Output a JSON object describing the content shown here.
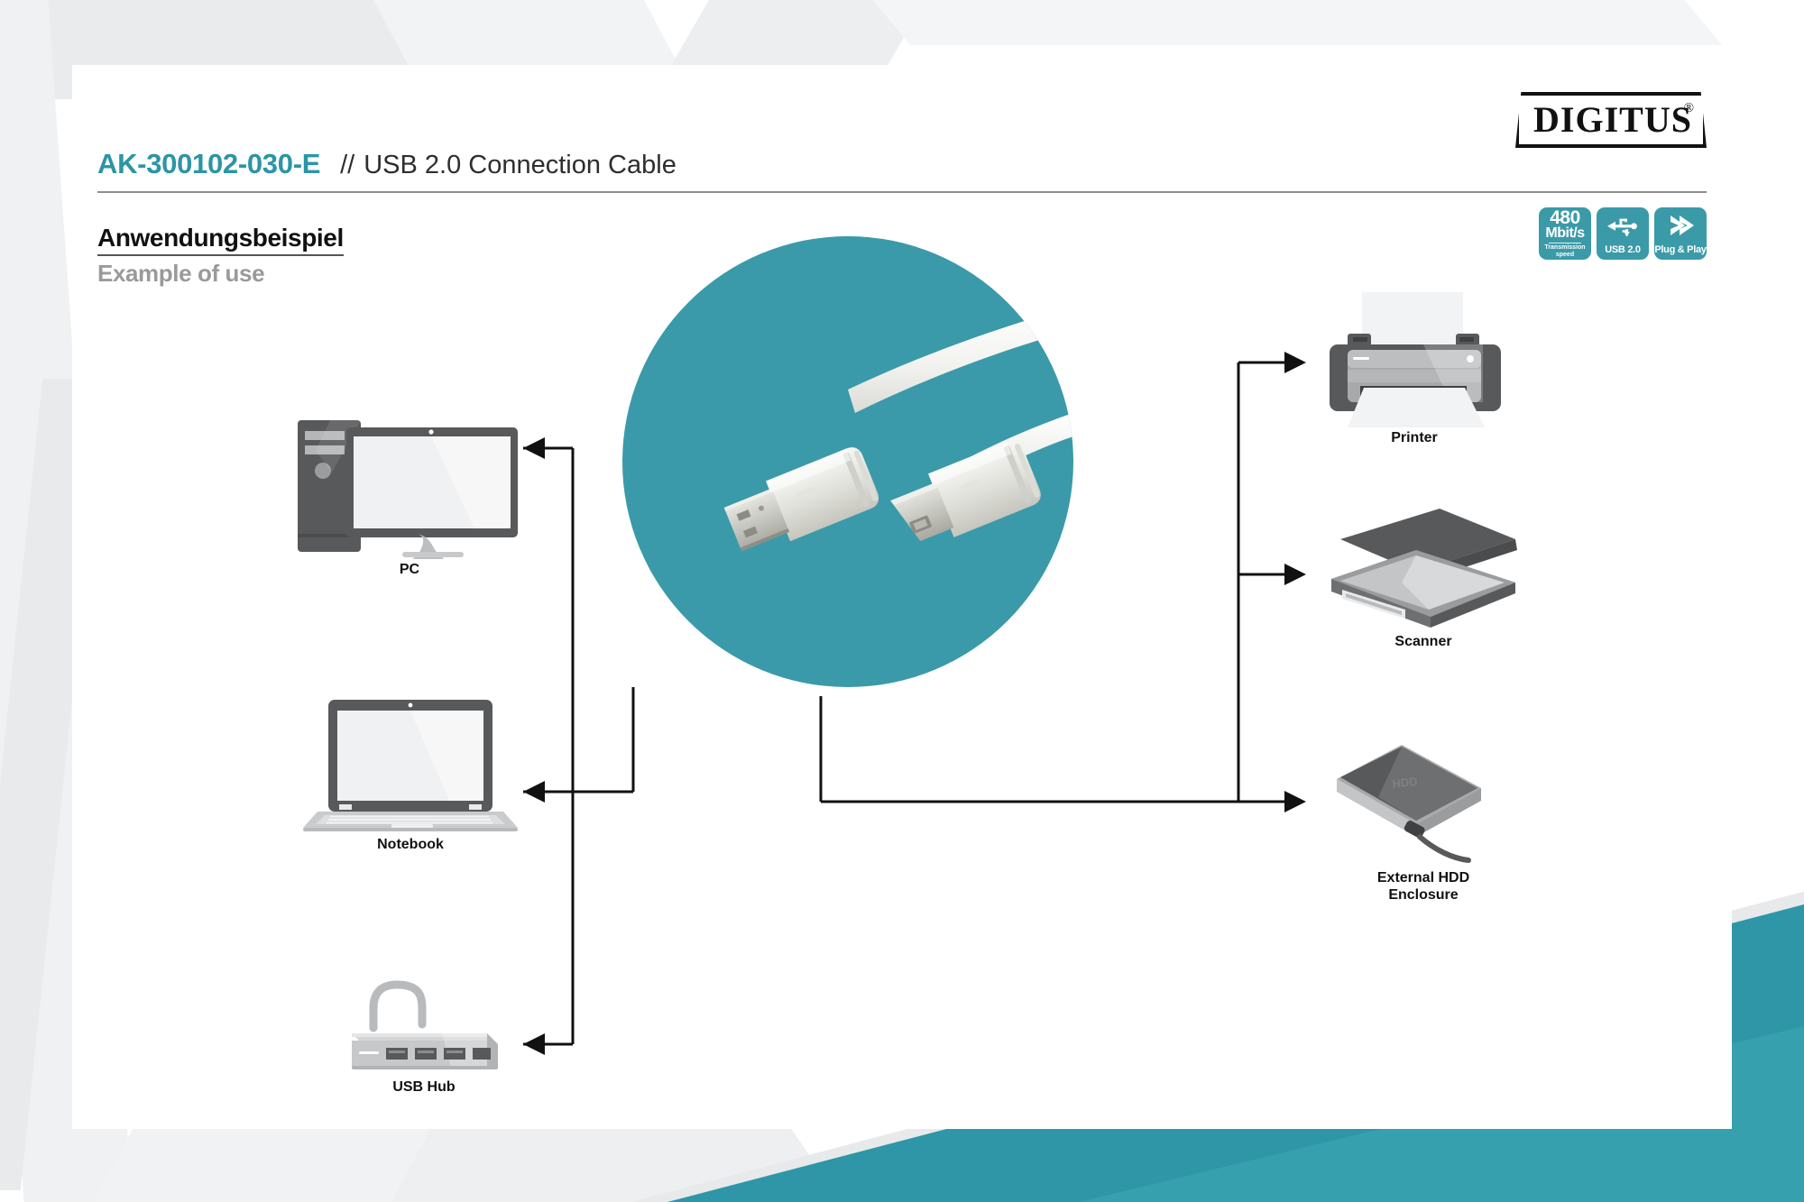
{
  "brand": {
    "logo_text": "DIGITUS",
    "logo_trademark": "®"
  },
  "header": {
    "sku": "AK-300102-030-E",
    "separator": "//",
    "product_name": "USB 2.0 Connection Cable"
  },
  "badges": [
    {
      "id": "speed-badge",
      "value": "480",
      "unit": "Mbit/s",
      "caption_line1": "Transmission",
      "caption_line2": "speed",
      "color": "#3b9aa8"
    },
    {
      "id": "usb-badge",
      "icon": "usb-trident-icon",
      "label": "USB 2.0",
      "color": "#3b9aa8"
    },
    {
      "id": "plug-play-badge",
      "icon": "plug-and-play-chevron-icon",
      "label": "Plug & Play",
      "color": "#3b9aa8"
    }
  ],
  "section": {
    "heading_de": "Anwendungsbeispiel",
    "heading_en": "Example of use"
  },
  "diagram": {
    "hero": {
      "circle_color": "#3a9aa9",
      "product_alt": "usb-2-0-a-to-b-white-cable",
      "connector_left": "usb-a-male-connector",
      "connector_right": "usb-b-male-connector"
    },
    "left_devices": [
      {
        "id": "pc",
        "label": "PC",
        "icon": "desktop-pc-icon"
      },
      {
        "id": "notebook",
        "label": "Notebook",
        "icon": "laptop-icon"
      },
      {
        "id": "usb-hub",
        "label": "USB Hub",
        "icon": "usb-hub-icon"
      }
    ],
    "right_devices": [
      {
        "id": "printer",
        "label": "Printer",
        "icon": "printer-icon"
      },
      {
        "id": "scanner",
        "label": "Scanner",
        "icon": "flatbed-scanner-icon"
      },
      {
        "id": "external-hdd",
        "label": "External HDD\nEnclosure",
        "icon": "external-hard-drive-icon"
      }
    ]
  },
  "theme": {
    "accent_teal": "#2b95a5",
    "hero_teal": "#3a9aa9",
    "badge_teal": "#3b9aa8",
    "dark_gray": "#58595b",
    "mid_gray": "#9a9a9a",
    "light_gray": "#d5d7d8"
  }
}
